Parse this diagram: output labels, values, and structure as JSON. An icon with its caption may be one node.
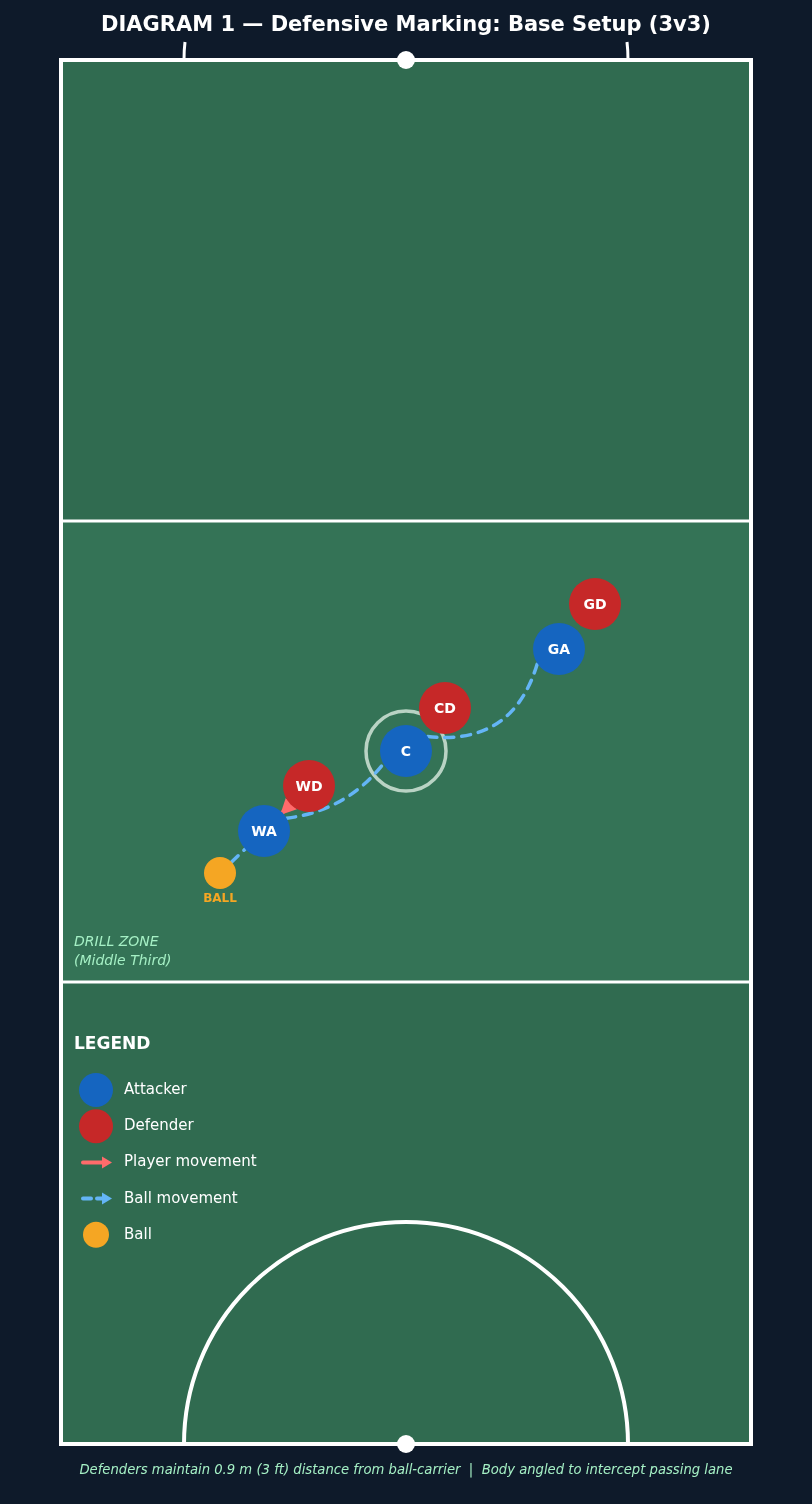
{
  "diagram": {
    "title": "DIAGRAM 1 — Defensive Marking: Base Setup (3v3)",
    "caption": "Defenders maintain 0.9 m (3 ft) distance from ball-carrier  |  Body angled to intercept passing lane",
    "nodes": [
      {
        "text": [
          "GD"
        ]
      },
      {
        "text": [
          "GA"
        ]
      },
      {
        "text": [
          "CD"
        ]
      },
      {
        "text": [
          "C"
        ]
      },
      {
        "text": [
          "WD"
        ]
      },
      {
        "text": [
          "WA"
        ]
      },
      {
        "text": [],
        "shape": "circle",
        "beside": [
          "BALL"
        ]
      }
    ],
    "edges": [
      {
        "from": 6,
        "to": 5,
        "arrow": "none",
        "style": "dashed",
        "color": "#64b5f6"
      },
      {
        "from": 5,
        "to": 3,
        "arrow": "none",
        "style": "dashed",
        "color": "#64b5f6"
      },
      {
        "from": 3,
        "to": 1,
        "arrow": "none",
        "style": "dashed",
        "color": "#64b5f6"
      },
      {
        "from": 4,
        "to": 5,
        "arrow": "to",
        "color": "#ff6b6b"
      }
    ],
    "labels": [
      "DRILL ZONE (Middle Third)",
      "LEGEND"
    ],
    "legend": [
      {
        "text": "Attacker",
        "color": "#1565c0"
      },
      {
        "text": "Defender",
        "color": "#c62828"
      },
      {
        "text": "Player movement"
      },
      {
        "text": "Ball movement"
      },
      {
        "text": "Ball",
        "color": "#f5a623"
      }
    ]
  }
}
